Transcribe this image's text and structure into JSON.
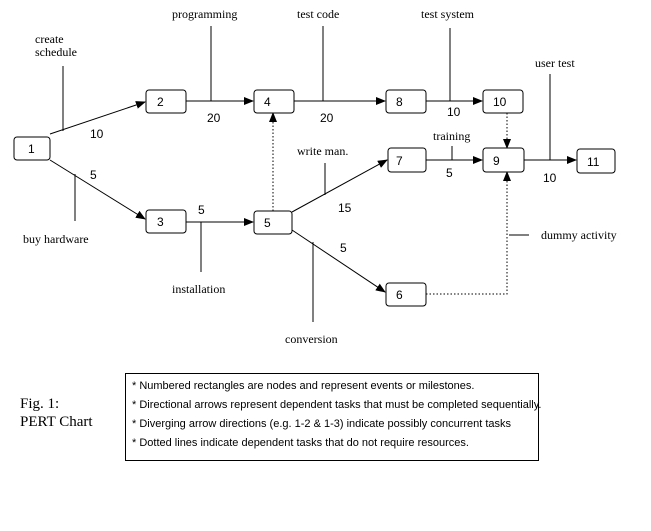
{
  "nodes": [
    {
      "id": "n1",
      "label": "1"
    },
    {
      "id": "n2",
      "label": "2"
    },
    {
      "id": "n3",
      "label": "3"
    },
    {
      "id": "n4",
      "label": "4"
    },
    {
      "id": "n5",
      "label": "5"
    },
    {
      "id": "n6",
      "label": "6"
    },
    {
      "id": "n7",
      "label": "7"
    },
    {
      "id": "n8",
      "label": "8"
    },
    {
      "id": "n9",
      "label": "9"
    },
    {
      "id": "n10",
      "label": "10"
    },
    {
      "id": "n11",
      "label": "11"
    }
  ],
  "tasks": {
    "create_schedule": [
      "create",
      "schedule"
    ],
    "buy_hardware": "buy hardware",
    "programming": "programming",
    "installation": "installation",
    "test_code": "test code",
    "write_manual": "write man.",
    "conversion": "conversion",
    "test_system": "test system",
    "training": "training",
    "user_test": "user test",
    "dummy_activity": "dummy activity"
  },
  "durations": {
    "e1_2": "10",
    "e1_3": "5",
    "e2_4": "20",
    "e3_5": "5",
    "e4_8": "20",
    "e5_7": "15",
    "e5_6": "5",
    "e8_10": "10",
    "e7_9": "5",
    "e9_11": "10"
  },
  "caption": {
    "line1": "Fig. 1:",
    "line2": "PERT Chart"
  },
  "legend": [
    "* Numbered rectangles are nodes and represent events or milestones.",
    "* Directional arrows represent dependent tasks that must be completed sequentially.",
    "* Diverging arrow directions (e.g. 1-2 & 1-3) indicate possibly concurrent tasks",
    "* Dotted lines indicate dependent tasks that do not require resources."
  ]
}
